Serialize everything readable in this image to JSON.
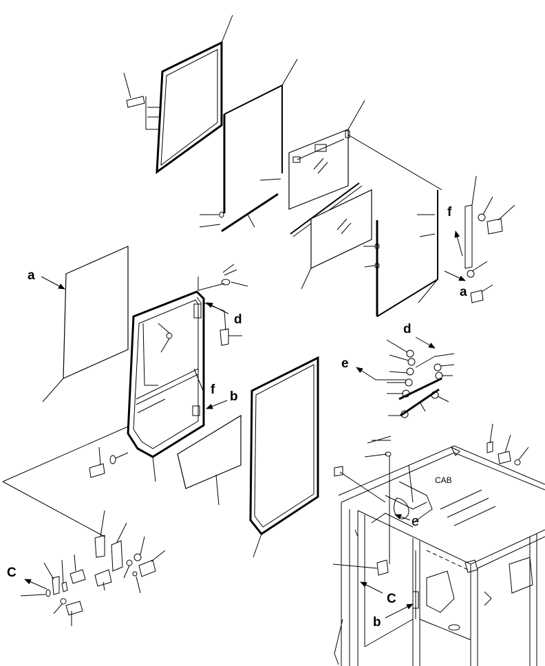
{
  "diagram": {
    "callouts": {
      "a_left": "a",
      "a_right": "a",
      "b_mid": "b",
      "b_cab": "b",
      "c_left": "C",
      "c_cab": "C",
      "d_upper": "d",
      "d_lower": "d",
      "e_mid": "e",
      "f_upper": "f",
      "f_lower": "f",
      "e_cab": "e"
    },
    "cab_label": "CAB"
  }
}
